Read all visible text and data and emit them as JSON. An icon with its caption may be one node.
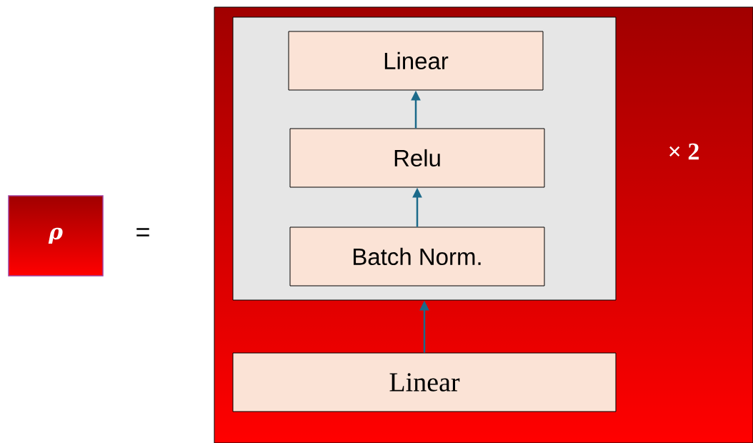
{
  "diagram": {
    "nodes": [
      {
        "text": [
          "ρ"
        ]
      },
      {
        "text": [
          "× 2"
        ]
      },
      {
        "text": [],
        "shape": "box",
        "in": 1
      },
      {
        "text": [
          "Linear"
        ],
        "in": 2
      },
      {
        "text": [
          "Relu"
        ],
        "in": 2
      },
      {
        "text": [
          "Batch Norm."
        ],
        "in": 2
      },
      {
        "text": [
          "Linear"
        ],
        "in": 1
      }
    ],
    "edges": [
      {
        "from": 5,
        "to": 4,
        "arrow": "to"
      },
      {
        "from": 4,
        "to": 3,
        "arrow": "to"
      },
      {
        "from": 6,
        "to": 2,
        "arrow": "to"
      }
    ],
    "labels": [
      "="
    ]
  }
}
